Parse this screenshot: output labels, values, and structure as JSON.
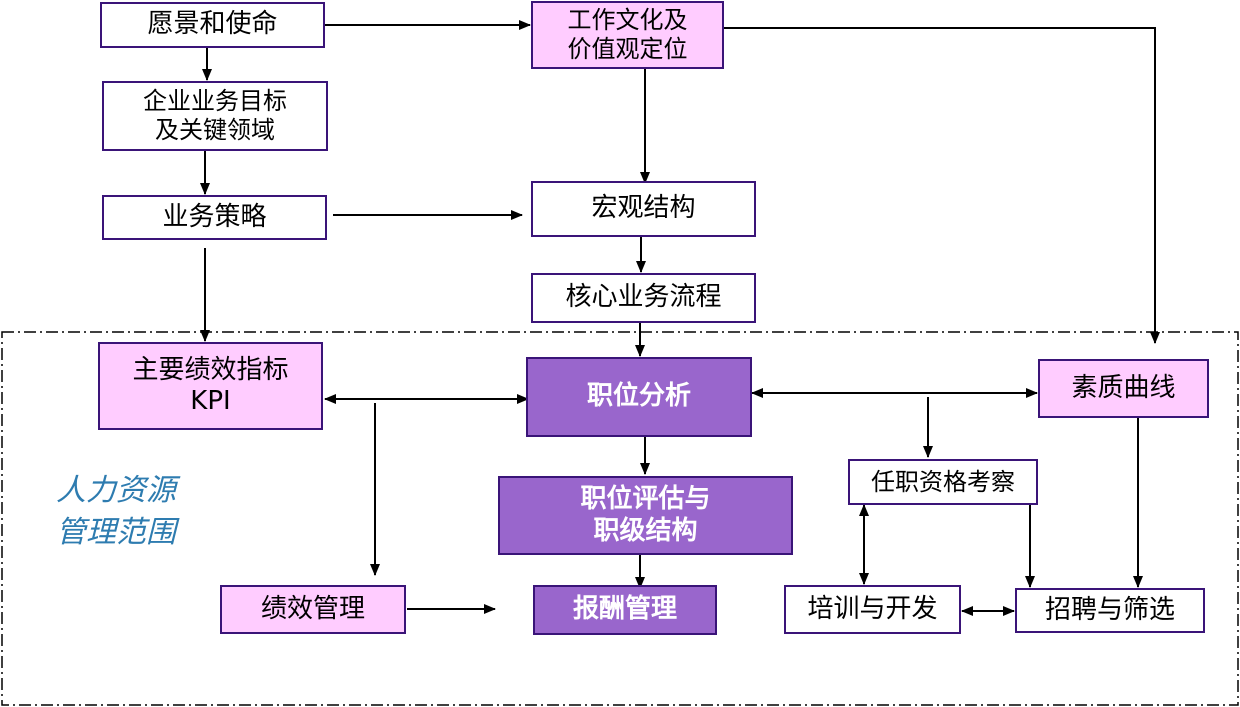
{
  "nodes": {
    "vision": "愿景和使命",
    "culture": "工作文化及\n价值观定位",
    "biz_goals": "企业业务目标\n及关键领域",
    "biz_strategy": "业务策略",
    "macro_structure": "宏观结构",
    "core_process": "核心业务流程",
    "kpi": "主要绩效指标\nKPI",
    "job_analysis": "职位分析",
    "competency": "素质曲线",
    "job_eval": "职位评估与\n职级结构",
    "qualification": "任职资格考察",
    "performance_mgmt": "绩效管理",
    "compensation": "报酬管理",
    "training": "培训与开发",
    "recruitment": "招聘与筛选"
  },
  "scope_label": "人力资源\n管理范围",
  "colors": {
    "border": "#3a1478",
    "pink": "#ffccff",
    "purple": "#9966cc",
    "scope_text": "#2e7cb0"
  }
}
